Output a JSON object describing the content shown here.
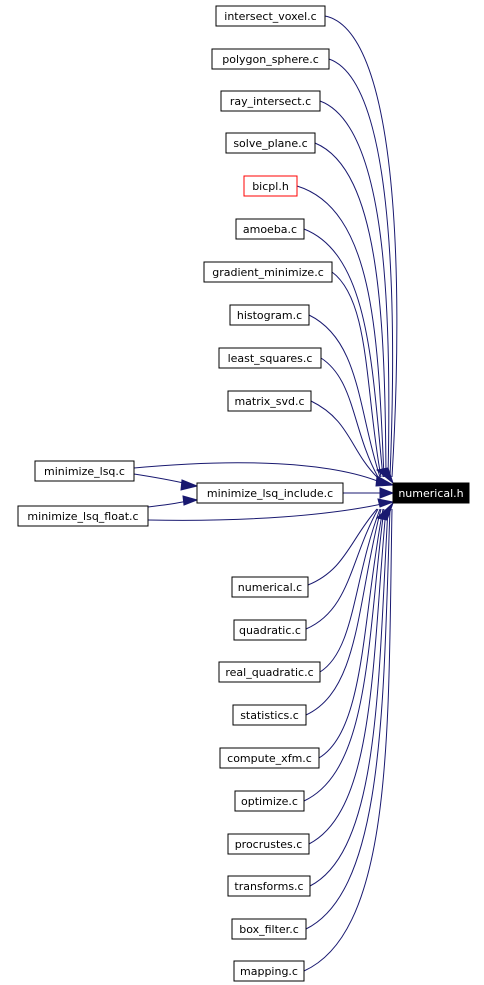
{
  "graph": {
    "target": "numerical.h",
    "include_node": "minimize_lsq_include.c",
    "nodes_top": [
      "intersect_voxel.c",
      "polygon_sphere.c",
      "ray_intersect.c",
      "solve_plane.c",
      "bicpl.h",
      "amoeba.c",
      "gradient_minimize.c",
      "histogram.c",
      "least_squares.c",
      "matrix_svd.c"
    ],
    "nodes_middle_left": [
      "minimize_lsq.c",
      "minimize_lsq_float.c"
    ],
    "nodes_bottom": [
      "numerical.c",
      "quadratic.c",
      "real_quadratic.c",
      "statistics.c",
      "compute_xfm.c",
      "optimize.c",
      "procrustes.c",
      "transforms.c",
      "box_filter.c",
      "mapping.c"
    ],
    "colors": {
      "edge": "#191970",
      "node_border": "#000000",
      "highlight_border": "#ff0000",
      "target_fill": "#000000",
      "target_text": "#ffffff"
    }
  }
}
